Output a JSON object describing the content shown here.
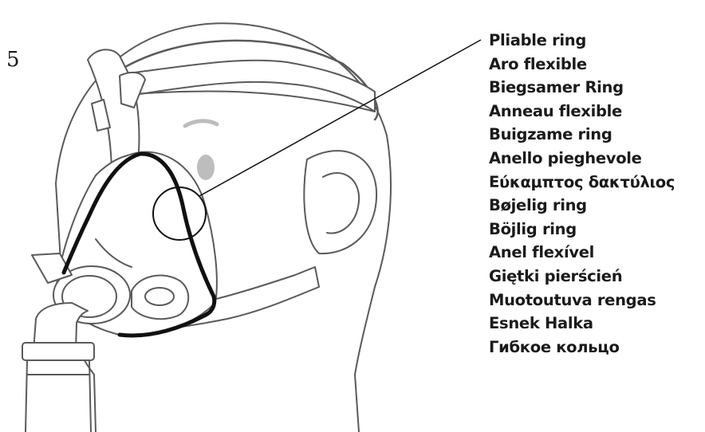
{
  "step_number": "5",
  "callout": {
    "part": "pliable-ring",
    "labels": [
      "Pliable ring",
      "Aro flexible",
      "Biegsamer Ring",
      "Anneau flexible",
      "Buigzame ring",
      "Anello pieghevole",
      "Εύκαμπτος δακτύλιος",
      "Bøjelig ring",
      "Böjlig ring",
      "Anel flexível",
      "Giętki pierścień",
      "Muotoutuva rengas",
      "Esnek Halka",
      "Гибкое кольцо"
    ]
  },
  "colors": {
    "outline": "#5a5a5a",
    "ring": "#111111",
    "fill": "#ffffff",
    "eye": "#bdbdbd",
    "text": "#1a1a1a"
  }
}
